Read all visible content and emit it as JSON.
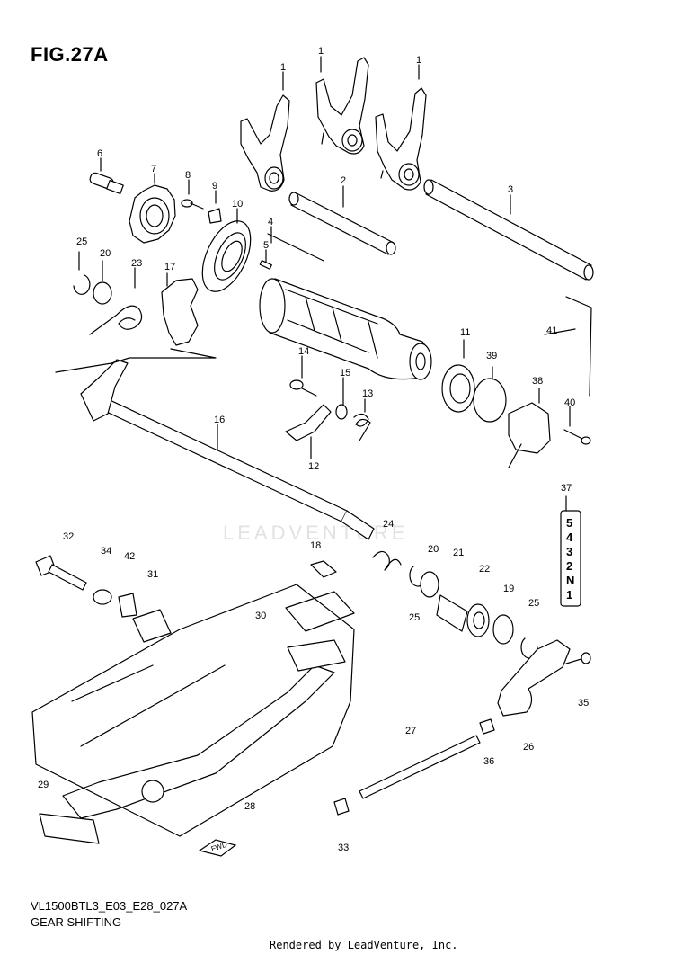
{
  "figure": {
    "title": "FIG.27A",
    "code": "VL1500BTL3_E03_E28_027A",
    "name": "GEAR SHIFTING"
  },
  "credit": "Rendered by LeadVenture, Inc.",
  "watermark": "LEADVENTURE",
  "fwd_label": "FWD",
  "gear_indicator": [
    "5",
    "4",
    "3",
    "2",
    "N",
    "1"
  ],
  "callouts": [
    "1",
    "1",
    "1",
    "2",
    "3",
    "4",
    "5",
    "6",
    "7",
    "8",
    "9",
    "10",
    "11",
    "12",
    "13",
    "14",
    "15",
    "16",
    "17",
    "18",
    "19",
    "20",
    "20",
    "21",
    "22",
    "23",
    "24",
    "25",
    "25",
    "25",
    "26",
    "27",
    "28",
    "29",
    "30",
    "31",
    "32",
    "33",
    "34",
    "35",
    "36",
    "37",
    "38",
    "39",
    "40",
    "41",
    "42"
  ],
  "colors": {
    "line": "#000000",
    "paper": "#ffffff",
    "watermark": "#e2e2e2"
  }
}
